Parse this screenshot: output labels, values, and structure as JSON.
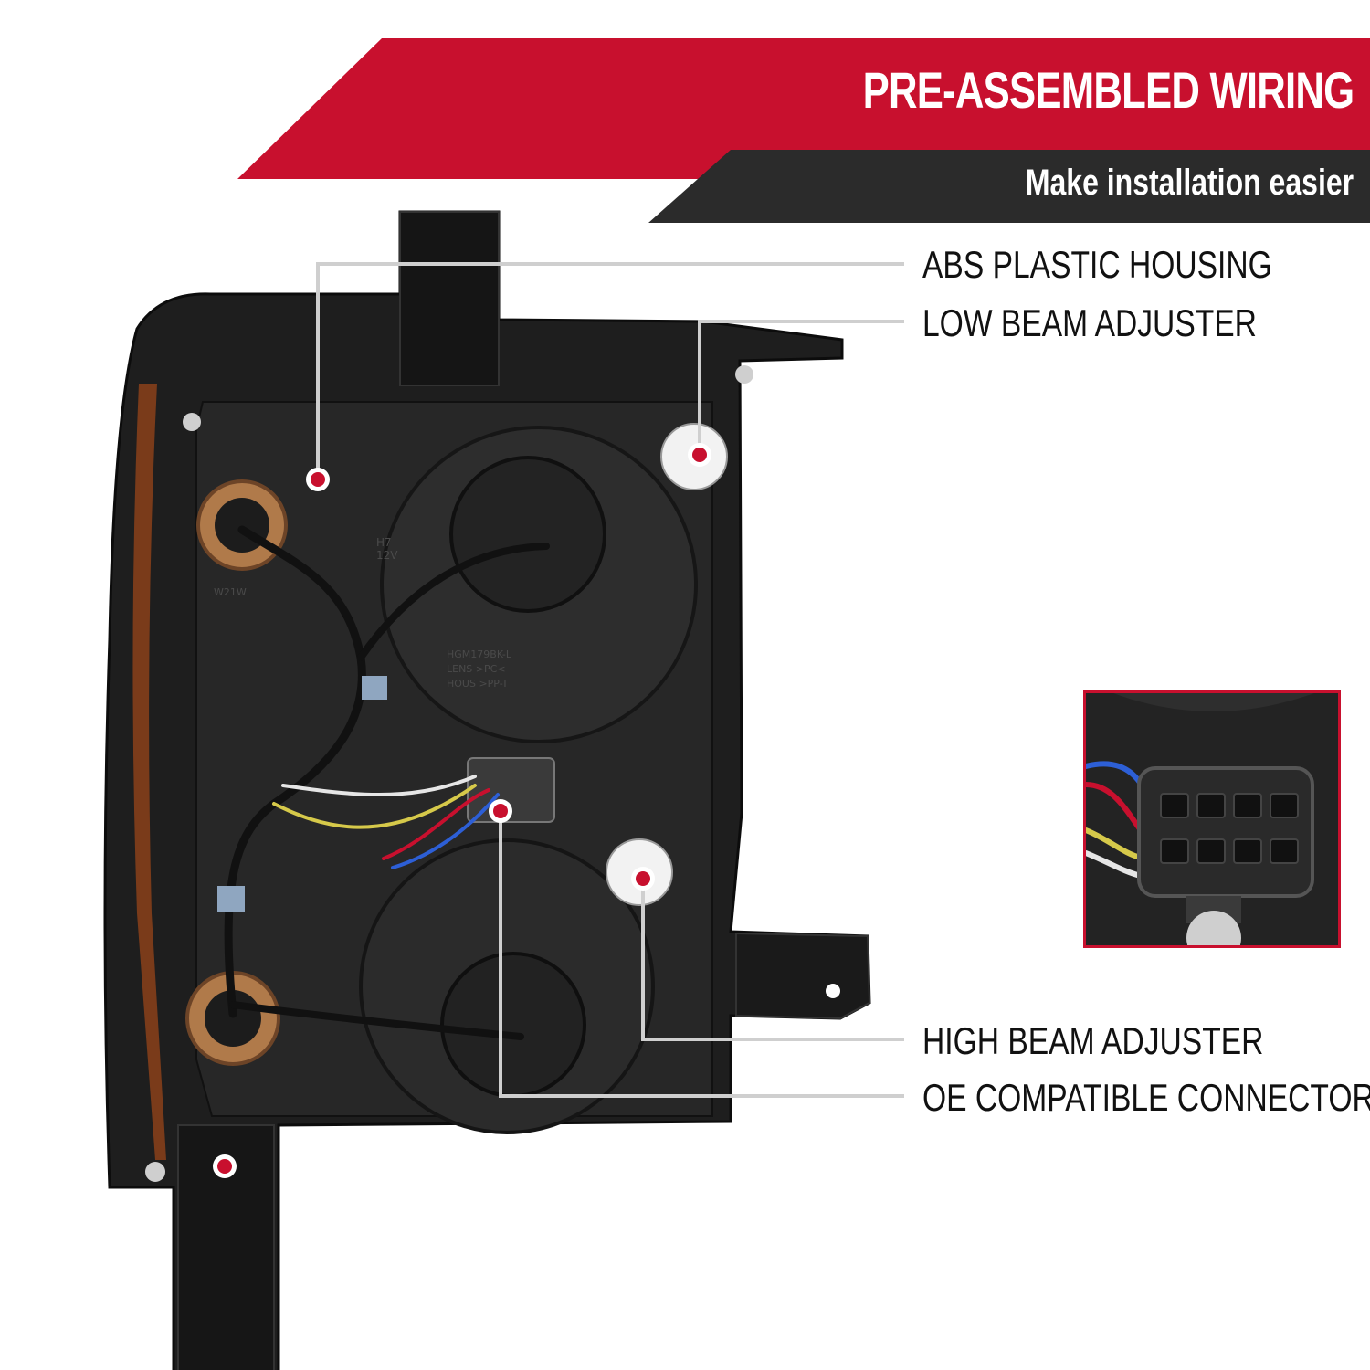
{
  "banner": {
    "title": "PRE-ASSEMBLED WIRING",
    "subtitle": "Make installation easier",
    "title_color": "#c8102e",
    "subtitle_color": "#2b2b2b"
  },
  "callouts": [
    {
      "label": "ABS PLASTIC HOUSING"
    },
    {
      "label": "LOW BEAM ADJUSTER"
    },
    {
      "label": "HIGH BEAM ADJUSTER"
    },
    {
      "label": "OE COMPATIBLE CONNECTOR"
    }
  ],
  "colors": {
    "accent": "#c8102e",
    "leader_line": "#cfcfcf",
    "housing": "#1e1e1e"
  },
  "product": {
    "name": "headlight-rear-view",
    "markings": [
      "H7",
      "12V",
      "W21W",
      "HGM179BK-L",
      "LENS >PC<",
      "HOUS >PP-T"
    ]
  },
  "inset": {
    "name": "connector-closeup"
  }
}
